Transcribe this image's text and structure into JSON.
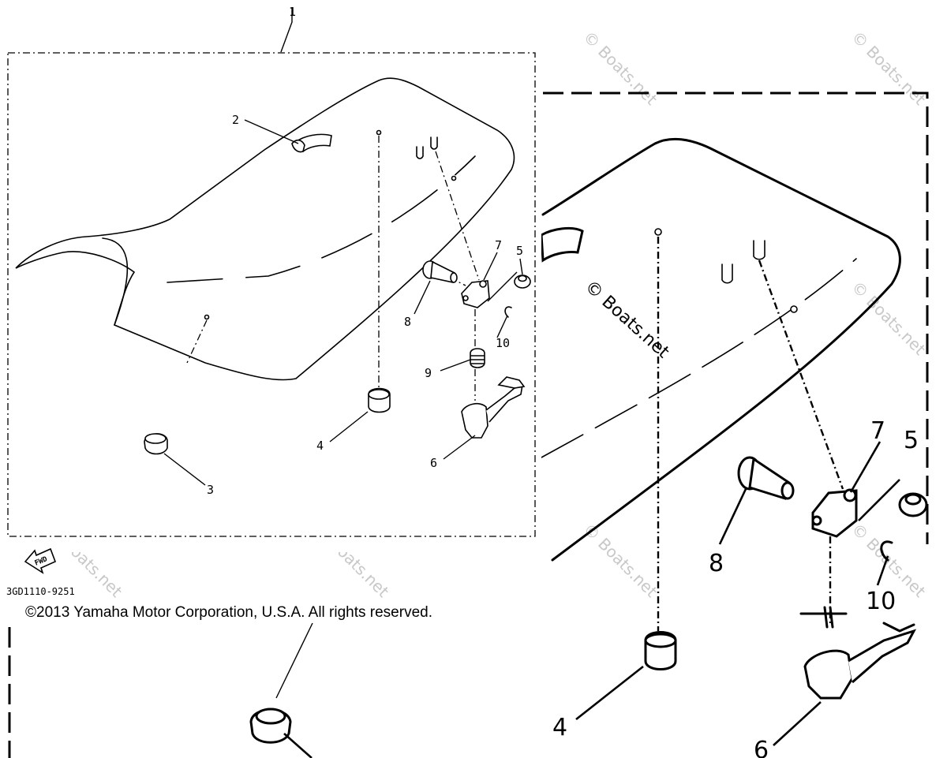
{
  "callouts": {
    "c1": "1",
    "c2": "2",
    "c3": "3",
    "c4": "4",
    "c5": "5",
    "c6": "6",
    "c7": "7",
    "c8": "8",
    "c9": "9",
    "c10": "10"
  },
  "zoom_callouts": {
    "z4": "4",
    "z5": "5",
    "z6": "6",
    "z7": "7",
    "z8": "8",
    "z10": "10"
  },
  "fwd_label": "FWD",
  "part_code": "3GD1110-9251",
  "copyright": "©2013 Yamaha Motor Corporation, U.S.A. All rights reserved.",
  "watermark": "© Boats.net",
  "icons": [
    "forward-arrow-icon"
  ]
}
